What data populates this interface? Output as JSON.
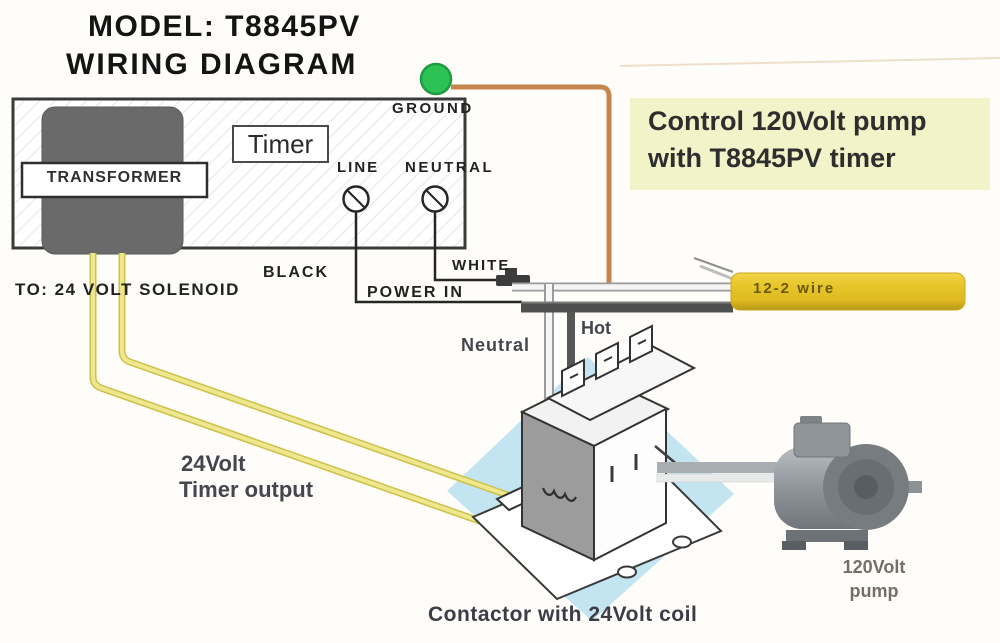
{
  "title": {
    "line1": "MODEL: T8845PV",
    "line2": "WIRING DIAGRAM"
  },
  "note": {
    "line1": "Control 120Volt pump",
    "line2": "with T8845PV timer"
  },
  "timer_unit": {
    "name_label": "Timer",
    "transformer_label": "TRANSFORMER",
    "ground_label": "GROUND",
    "line_label": "LINE",
    "neutral_label": "NEUTRAL"
  },
  "wiring": {
    "black_label": "BLACK",
    "white_label": "WHITE",
    "power_in_label": "POWER IN",
    "neutral_label": "Neutral",
    "hot_label": "Hot",
    "solenoid_label": "TO: 24 VOLT SOLENOID",
    "timer_output_line1": "24Volt",
    "timer_output_line2": "Timer output",
    "cable_label": "12-2 wire"
  },
  "contactor": {
    "caption": "Contactor with 24Volt coil"
  },
  "pump": {
    "label_line1": "120Volt",
    "label_line2": "pump"
  },
  "colors": {
    "ground_green": "#2cc254",
    "wire_orange": "#c5854f",
    "wire_yellow": "#efe78d",
    "cable_yellow": "#e4c226",
    "contactor_highlight_blue": "#c3e5f1",
    "note_bg": "#f3f3c9"
  }
}
